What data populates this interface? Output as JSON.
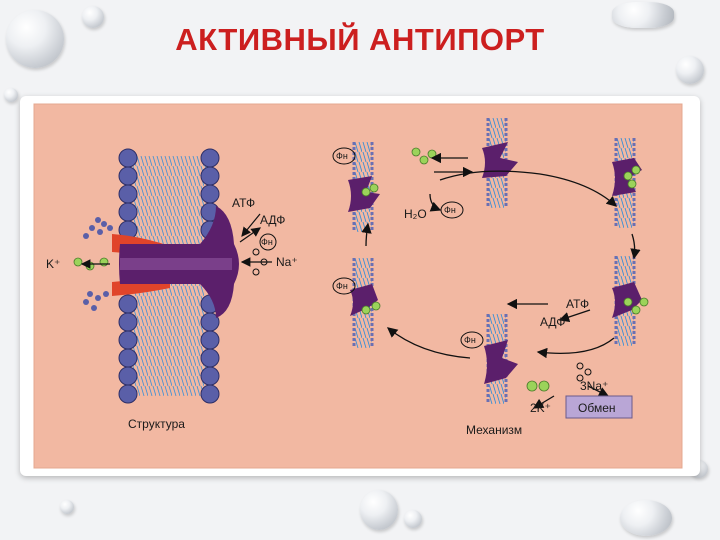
{
  "title": "АКТИВНЫЙ АНТИПОРТ",
  "diagram": {
    "structure": {
      "caption": "Структура",
      "atp": "АТФ",
      "adp": "АДФ",
      "fn": "Фн",
      "na": "Na⁺",
      "k": "K⁺"
    },
    "mechanism": {
      "caption": "Механизм",
      "fn": "Фн",
      "h2o": "H₂O",
      "atp": "АТФ",
      "adp": "АДФ",
      "na3": "3Na⁺",
      "k2": "2K⁺",
      "exchange": "Обмен"
    }
  },
  "colors": {
    "title": "#cc1f1f",
    "panel_bg": "#f2b8a2",
    "membrane_blue": "#3a8fd6",
    "lipid_head": "#5a5fa8",
    "protein": "#5b1f6b",
    "channel_red": "#e0442a",
    "ion_green": "#9bd35a",
    "exchange_box": "#b9a6d6"
  }
}
